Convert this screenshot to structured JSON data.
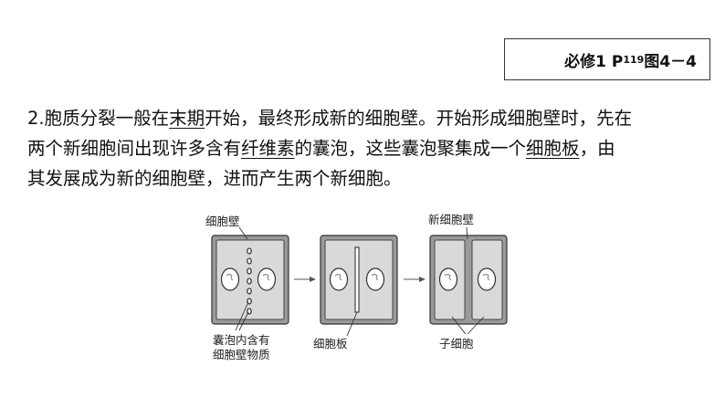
{
  "reference": {
    "prefix": "必修1 P",
    "sub": "119",
    "suffix": "图4－4"
  },
  "paragraph": {
    "line1": [
      {
        "t": "2.胞质分裂一般在",
        "u": false
      },
      {
        "t": "末期",
        "u": true
      },
      {
        "t": "开始，最终形成新的细胞壁。开始形成细胞壁时，先在",
        "u": false
      }
    ],
    "line2": [
      {
        "t": "两个新细胞间出现许多含有",
        "u": false
      },
      {
        "t": "纤维素",
        "u": true
      },
      {
        "t": "的囊泡，这些囊泡聚集成一个",
        "u": false
      },
      {
        "t": "细胞板",
        "u": true
      },
      {
        "t": "，由",
        "u": false
      }
    ],
    "line3": [
      {
        "t": "其发展成为新的细胞壁，进而产生两个新细胞。",
        "u": false
      }
    ]
  },
  "diagram": {
    "label_cell_wall": "细胞壁",
    "label_new_cell_wall": "新细胞壁",
    "label_vesicles_line1": "囊泡内含有",
    "label_vesicles_line2": "细胞壁物质",
    "label_cell_plate": "细胞板",
    "label_daughter_cells": "子细胞"
  }
}
